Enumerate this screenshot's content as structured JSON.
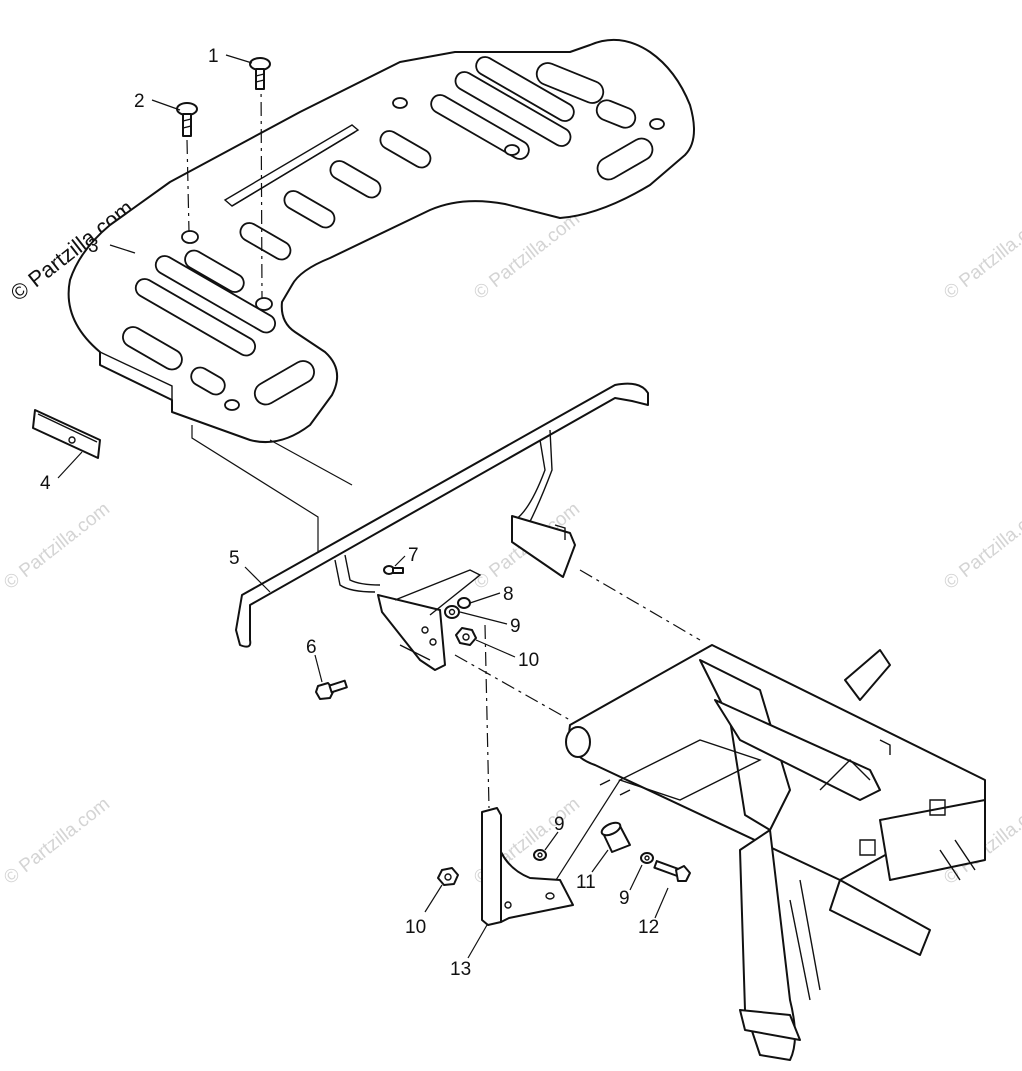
{
  "watermark": {
    "main": "© Partzilla.com",
    "faint": "© Partzilla.com"
  },
  "callouts": {
    "c1": "1",
    "c2": "2",
    "c3": "3",
    "c4": "4",
    "c5": "5",
    "c6": "6",
    "c7": "7",
    "c8": "8",
    "c9a": "9",
    "c10a": "10",
    "c9b": "9",
    "c11": "11",
    "c9c": "9",
    "c12": "12",
    "c10b": "10",
    "c13": "13"
  }
}
